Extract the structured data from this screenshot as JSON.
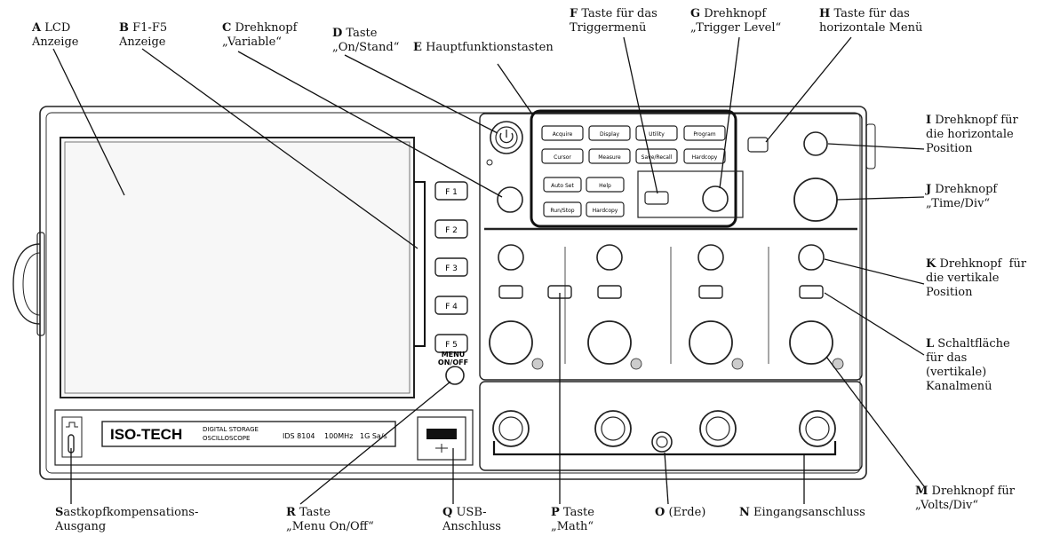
{
  "callouts": {
    "A": {
      "letter": "A",
      "line1": "LCD",
      "line2": "Anzeige"
    },
    "B": {
      "letter": "B",
      "line1": "F1-F5",
      "line2": "Anzeige"
    },
    "C": {
      "letter": "C",
      "line1": "Drehknopf",
      "line2": "„Variable“"
    },
    "D": {
      "letter": "D",
      "line1": "Taste",
      "line2": "„On/Stand“"
    },
    "E": {
      "letter": "E",
      "line1": "Hauptfunktionstasten",
      "line2": ""
    },
    "F": {
      "letter": "F",
      "line1": "Taste für das",
      "line2": "Triggermenü"
    },
    "G": {
      "letter": "G",
      "line1": "Drehknopf",
      "line2": "„Trigger Level“"
    },
    "H": {
      "letter": "H",
      "line1": "Taste für das",
      "line2": "horizontale Menü"
    },
    "I": {
      "letter": "I",
      "line1": "Drehknopf für",
      "line2": "die horizontale",
      "line3": "Position"
    },
    "J": {
      "letter": "J",
      "line1": "Drehknopf",
      "line2": "„Time/Div“"
    },
    "K": {
      "letter": "K",
      "line1": "Drehknopf  für",
      "line2": "die vertikale",
      "line3": "Position"
    },
    "L": {
      "letter": "L",
      "line1": "Schaltfläche",
      "line2": "für das",
      "line3": "(vertikale)",
      "line4": "Kanalmenü"
    },
    "M": {
      "letter": "M",
      "line1": "Drehknopf für",
      "line2": "„Volts/Div“"
    },
    "N": {
      "letter": "N",
      "line1": "Eingangsanschluss",
      "line2": ""
    },
    "O": {
      "letter": "O",
      "line1": "(Erde)",
      "line2": ""
    },
    "P": {
      "letter": "P",
      "line1": "Taste",
      "line2": "„Math“"
    },
    "Q": {
      "letter": "Q",
      "line1": "USB-",
      "line2": "Anschluss"
    },
    "R": {
      "letter": "R",
      "line1": "Taste",
      "line2": "„Menu On/Off“"
    },
    "S": {
      "letter": "S",
      "line1": "astkopfkompensations-",
      "line2": "Ausgang"
    }
  },
  "device": {
    "brand": "ISO-TECH",
    "product_line1": "DIGITAL STORAGE",
    "product_line2": "OSCILLOSCOPE",
    "model": "IDS 8104",
    "bandwidth": "100MHz",
    "sample_rate": "1G Sa/s",
    "menu_label_1": "MENU",
    "menu_label_2": "ON/OFF",
    "f_keys": [
      "F 1",
      "F 2",
      "F 3",
      "F 4",
      "F 5"
    ],
    "main_buttons": [
      "Acquire",
      "Display",
      "Utility",
      "Program",
      "Cursor",
      "Measure",
      "Save/Recall",
      "Hardcopy"
    ],
    "run_buttons": [
      "Auto Set",
      "Help",
      "Run/Stop",
      "Hardcopy"
    ]
  },
  "colors": {
    "panel_stroke": "#222222",
    "panel_fill": "#ffffff",
    "screen_fill": "#f7f7f7",
    "line": "#111111"
  }
}
